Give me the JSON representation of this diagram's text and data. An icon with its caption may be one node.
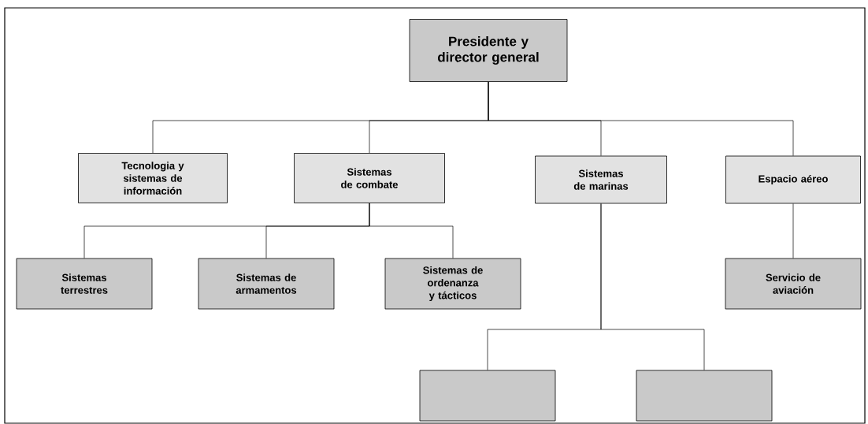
{
  "diagram": {
    "nodes": [
      {
        "text": [
          "Presidente y director general"
        ]
      },
      {
        "text": [
          "Tecnologia y sistemas de información"
        ]
      },
      {
        "text": [
          "Sistemas de combate"
        ]
      },
      {
        "text": [
          "Sistemas de marinas"
        ]
      },
      {
        "text": [
          "Espacio aéreo"
        ]
      },
      {
        "text": [
          "Sistemas terrestres"
        ]
      },
      {
        "text": [
          "Sistemas de armamentos"
        ]
      },
      {
        "text": [
          "Sistemas de ordenanza y tácticos"
        ]
      },
      {
        "text": [
          "Servicio de aviación"
        ]
      },
      {
        "text": [],
        "shape": "box"
      },
      {
        "text": [],
        "shape": "box"
      }
    ],
    "edges": [
      {
        "from": 0,
        "to": 1,
        "arrow": "none"
      },
      {
        "from": 0,
        "to": 2,
        "arrow": "none"
      },
      {
        "from": 0,
        "to": 3,
        "arrow": "none"
      },
      {
        "from": 0,
        "to": 4,
        "arrow": "none"
      },
      {
        "from": 2,
        "to": 5,
        "arrow": "none"
      },
      {
        "from": 2,
        "to": 6,
        "arrow": "none"
      },
      {
        "from": 2,
        "to": 7,
        "arrow": "none"
      },
      {
        "from": 4,
        "to": 8,
        "arrow": "none"
      },
      {
        "from": 3,
        "to": 9,
        "arrow": "none"
      },
      {
        "from": 3,
        "to": 10,
        "arrow": "none"
      }
    ]
  }
}
